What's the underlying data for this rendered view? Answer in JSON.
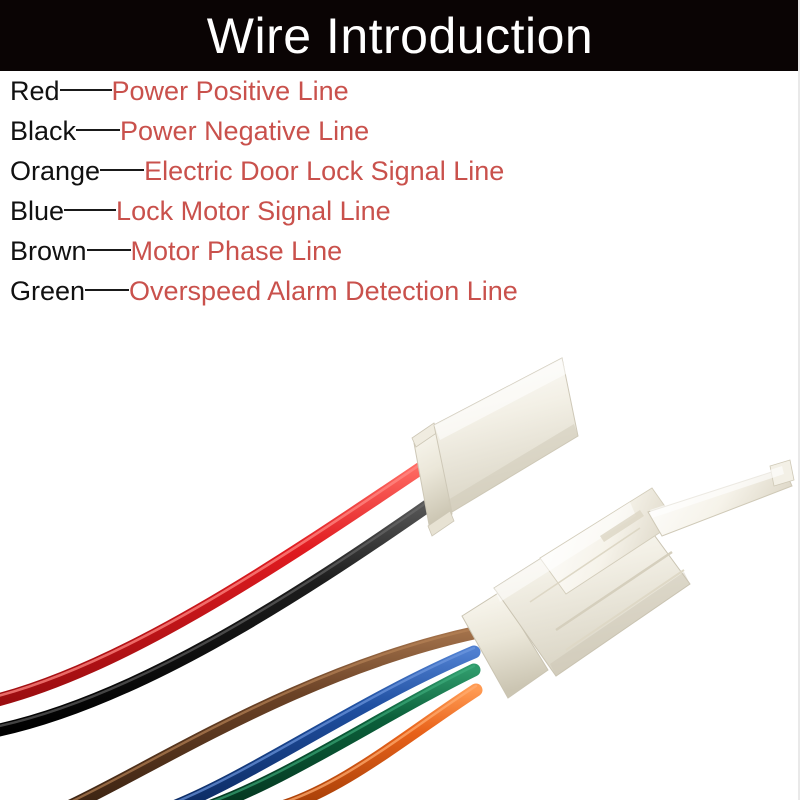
{
  "header": {
    "title": "Wire Introduction",
    "background_color": "#0a0404",
    "text_color": "#ffffff"
  },
  "legend": {
    "name_color": "#111111",
    "description_color": "#c9514c",
    "leader_color": "#1a1a1a",
    "rows": [
      {
        "color_name": "Red",
        "description": "Power Positive Line",
        "leader_width": 52,
        "swatch": "#e01b20"
      },
      {
        "color_name": "Black",
        "description": "Power Negative Line",
        "leader_width": 44,
        "swatch": "#121212"
      },
      {
        "color_name": "Orange",
        "description": "Electric Door Lock Signal Line",
        "leader_width": 44,
        "swatch": "#e8621a"
      },
      {
        "color_name": "Blue",
        "description": "Lock Motor Signal Line",
        "leader_width": 52,
        "swatch": "#1f4fa0"
      },
      {
        "color_name": "Brown",
        "description": "Motor Phase Line",
        "leader_width": 44,
        "swatch": "#6b4226"
      },
      {
        "color_name": "Green",
        "description": "Overspeed Alarm Detection Line",
        "leader_width": 44,
        "swatch": "#0b5f3a"
      }
    ]
  },
  "photo": {
    "wires": [
      {
        "name": "red-wire",
        "color": "#e01b20"
      },
      {
        "name": "black-wire",
        "color": "#151515"
      },
      {
        "name": "brown-wire",
        "color": "#6b4226"
      },
      {
        "name": "blue-wire",
        "color": "#1f4fa0"
      },
      {
        "name": "green-wire",
        "color": "#0b5f3a"
      },
      {
        "name": "orange-wire",
        "color": "#e8621a"
      }
    ],
    "connectors": [
      {
        "name": "small-2pin-connector",
        "pins": 2,
        "body_color": "#f2efe6"
      },
      {
        "name": "large-4pin-connector",
        "pins": 4,
        "body_color": "#f4f1e8"
      }
    ]
  }
}
